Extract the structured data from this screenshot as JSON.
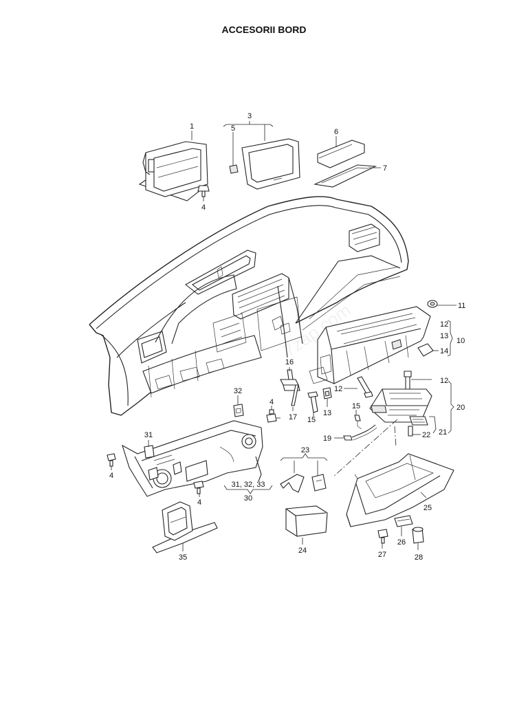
{
  "title": "ACCESORII BORD",
  "callouts": {
    "c1": "1",
    "c3": "3",
    "c4a": "4",
    "c5": "5",
    "c6": "6",
    "c7": "7",
    "c11": "11",
    "c12a": "12",
    "c13a": "13",
    "c10": "10",
    "c14": "14",
    "c16": "16",
    "c12b": "12",
    "c12c": "12",
    "c20": "20",
    "c32": "32",
    "c4b": "4",
    "c17": "17",
    "c15a": "15",
    "c13b": "13",
    "c15b": "15",
    "c19": "19",
    "c22": "22",
    "c21": "21",
    "c31": "31",
    "c4c": "4",
    "c4d": "4",
    "c23": "23",
    "c3132": "31, 32, 33",
    "c30": "30",
    "c25": "25",
    "c24": "24",
    "c35": "35",
    "c27": "27",
    "c26": "26",
    "c28": "28"
  }
}
